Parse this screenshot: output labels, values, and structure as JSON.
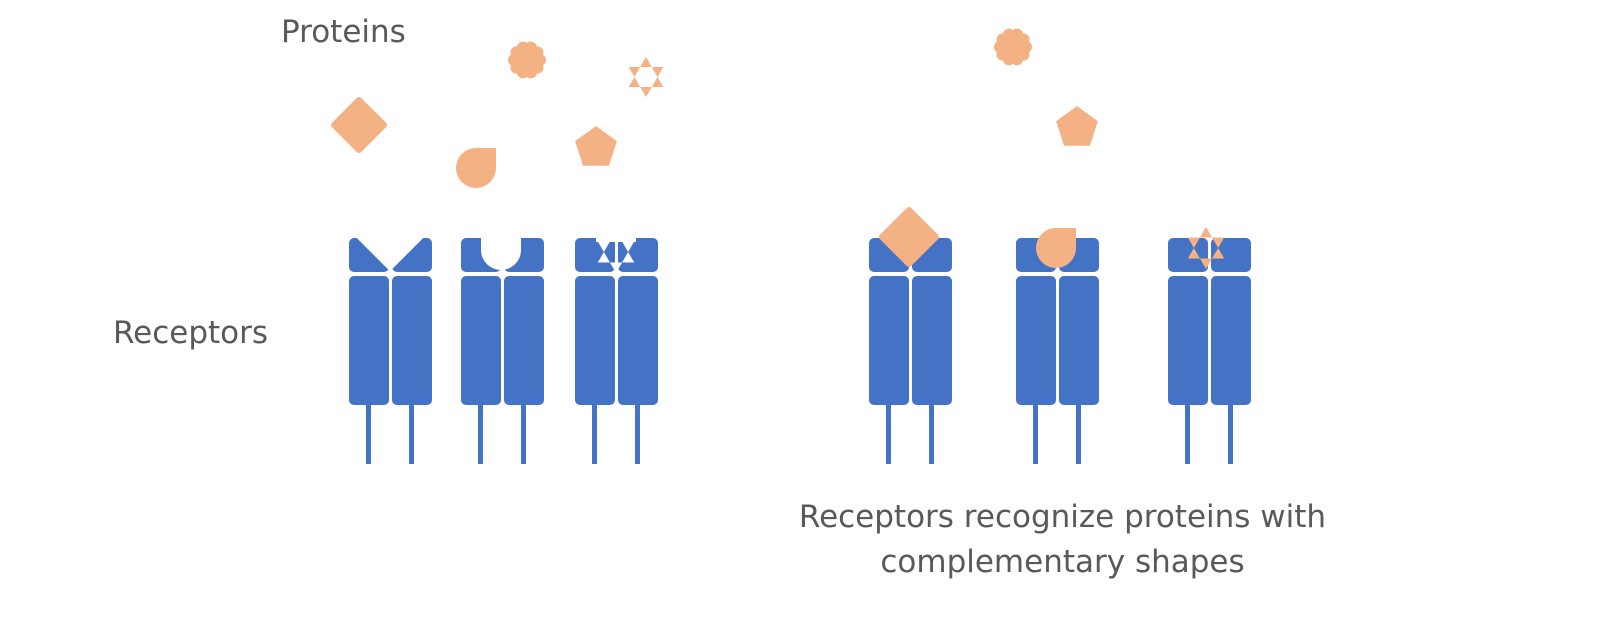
{
  "labels": {
    "proteins": "Proteins",
    "receptors": "Receptors",
    "caption_line1": "Receptors recognize proteins with",
    "caption_line2": "complementary shapes"
  },
  "colors": {
    "receptor": "#4472C4",
    "protein": "#F4B183",
    "text": "#595959"
  }
}
